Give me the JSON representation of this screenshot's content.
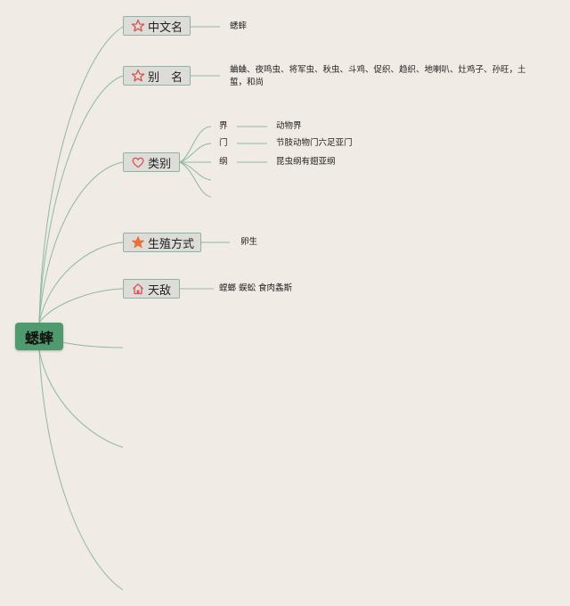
{
  "root": {
    "label": "蟋蟀"
  },
  "branches": [
    {
      "label": "中文名",
      "icon": "star-outline-icon",
      "detail": "蟋蟀"
    },
    {
      "label": "别　名",
      "icon": "star-outline-icon",
      "detail": "蛐蛐、夜鸣虫、将军虫、秋虫、斗鸡、促织、趋织、地喇叭、灶鸡子、孙旺，土蜇，和尚"
    },
    {
      "label": "类别",
      "icon": "heart-outline-icon",
      "items": [
        {
          "key": "界",
          "value": "动物界"
        },
        {
          "key": "门",
          "value": "节肢动物门六足亚门"
        },
        {
          "key": "纲",
          "value": "昆虫纲有翅亚纲"
        }
      ]
    },
    {
      "label": "生殖方式",
      "icon": "star-filled-icon",
      "detail": "卵生"
    },
    {
      "label": "天敌",
      "icon": "house-icon",
      "detail": "螳螂 蜈蚣 食肉螽斯"
    }
  ],
  "colors": {
    "background": "#f0ebe4",
    "root_fill": "#4f9a6e",
    "link": "#8fb8a0",
    "icon_red": "#d9534f",
    "icon_orange": "#e8703a"
  }
}
